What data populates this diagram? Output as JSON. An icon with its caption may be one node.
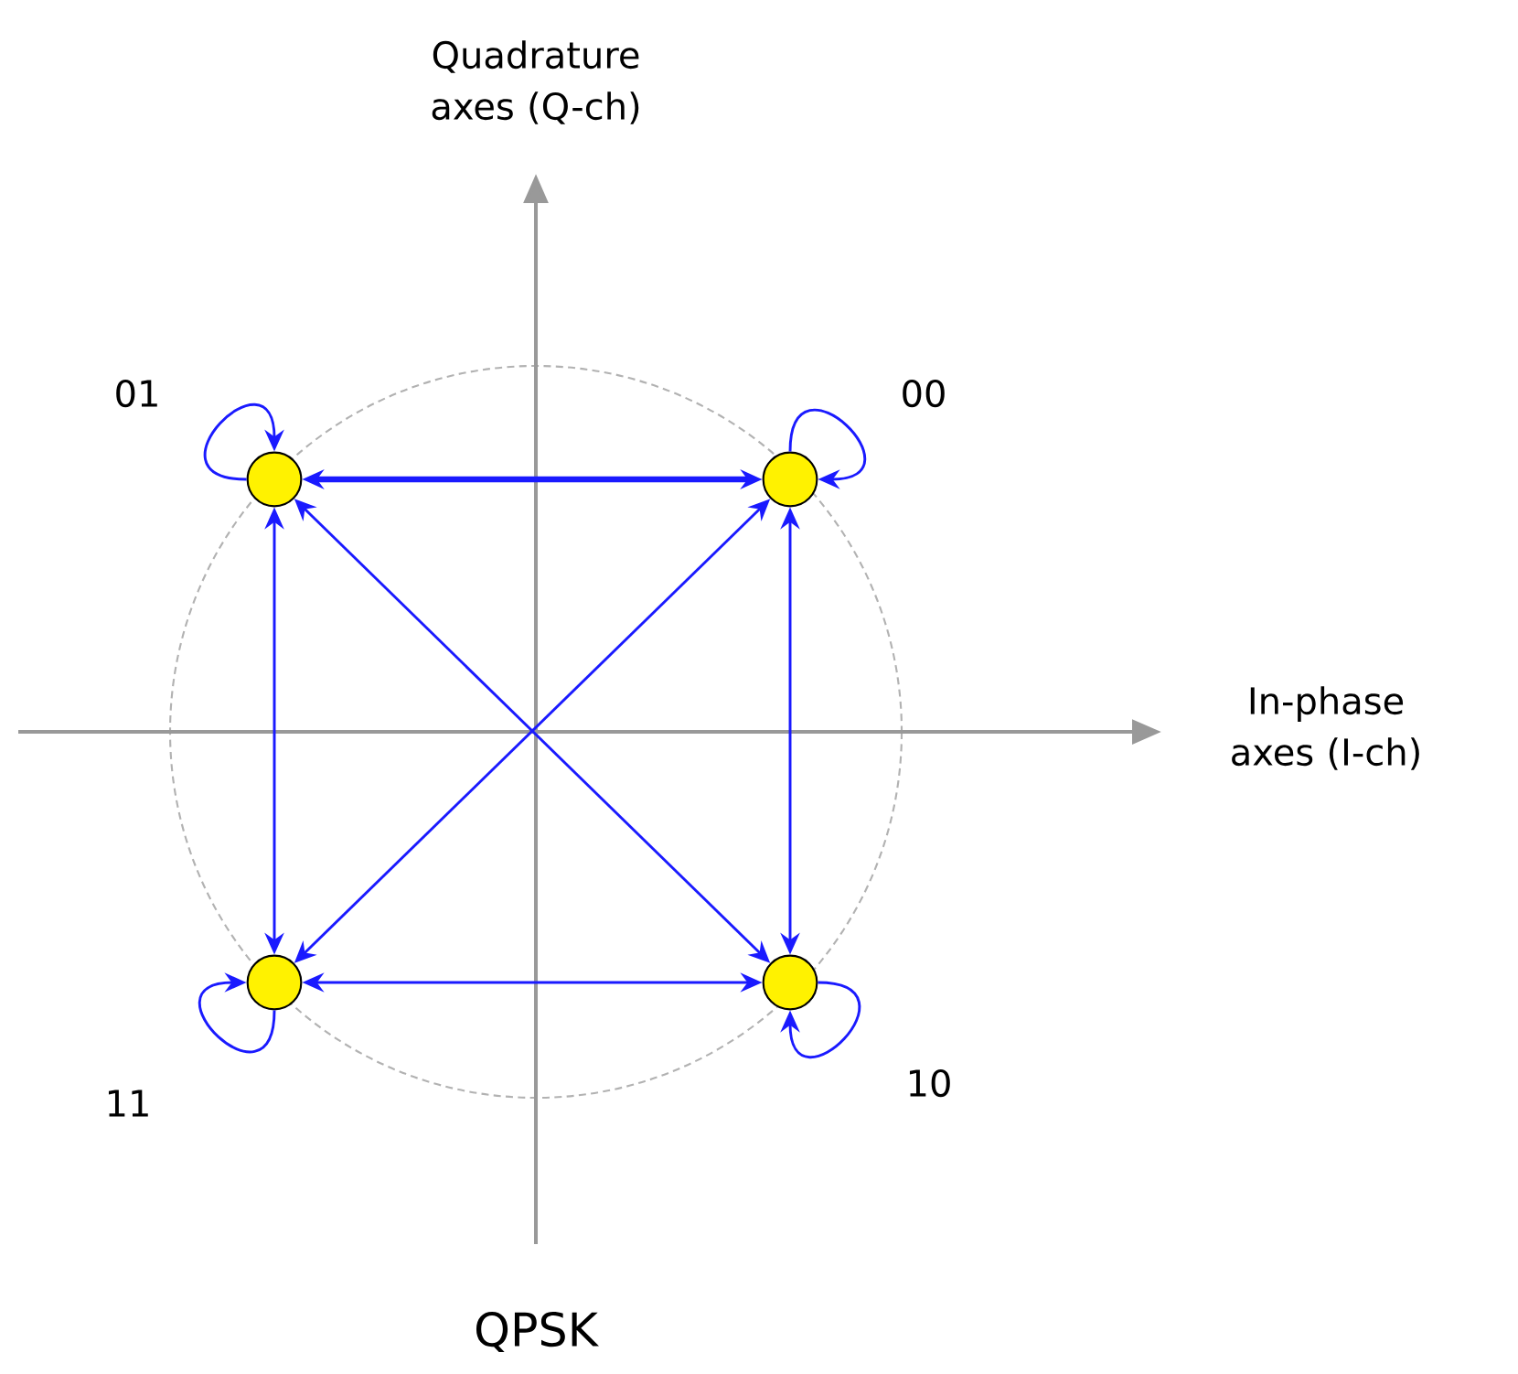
{
  "diagram": {
    "caption": "QPSK",
    "nodes": [
      {
        "text": [],
        "shape": "circle",
        "beside": [
          "01"
        ]
      },
      {
        "text": [],
        "shape": "circle",
        "beside": [
          "00"
        ]
      },
      {
        "text": [],
        "shape": "circle",
        "beside": [
          "11"
        ]
      },
      {
        "text": [],
        "shape": "circle",
        "beside": [
          "10"
        ]
      }
    ],
    "edges": [
      {
        "from": 0,
        "to": 0,
        "arrow": "to"
      },
      {
        "from": 1,
        "to": 1,
        "arrow": "to"
      },
      {
        "from": 2,
        "to": 2,
        "arrow": "to"
      },
      {
        "from": 3,
        "to": 3,
        "arrow": "to"
      },
      {
        "from": 0,
        "to": 1,
        "arrow": "both",
        "style": "thick"
      },
      {
        "from": 0,
        "to": 2,
        "arrow": "both"
      },
      {
        "from": 1,
        "to": 3,
        "arrow": "both"
      },
      {
        "from": 2,
        "to": 3,
        "arrow": "both"
      },
      {
        "from": 0,
        "to": 3,
        "arrow": "both"
      },
      {
        "from": 1,
        "to": 2,
        "arrow": "both"
      }
    ],
    "labels": [
      "Quadrature axes (Q-ch)",
      "In-phase axes (I-ch)"
    ]
  }
}
